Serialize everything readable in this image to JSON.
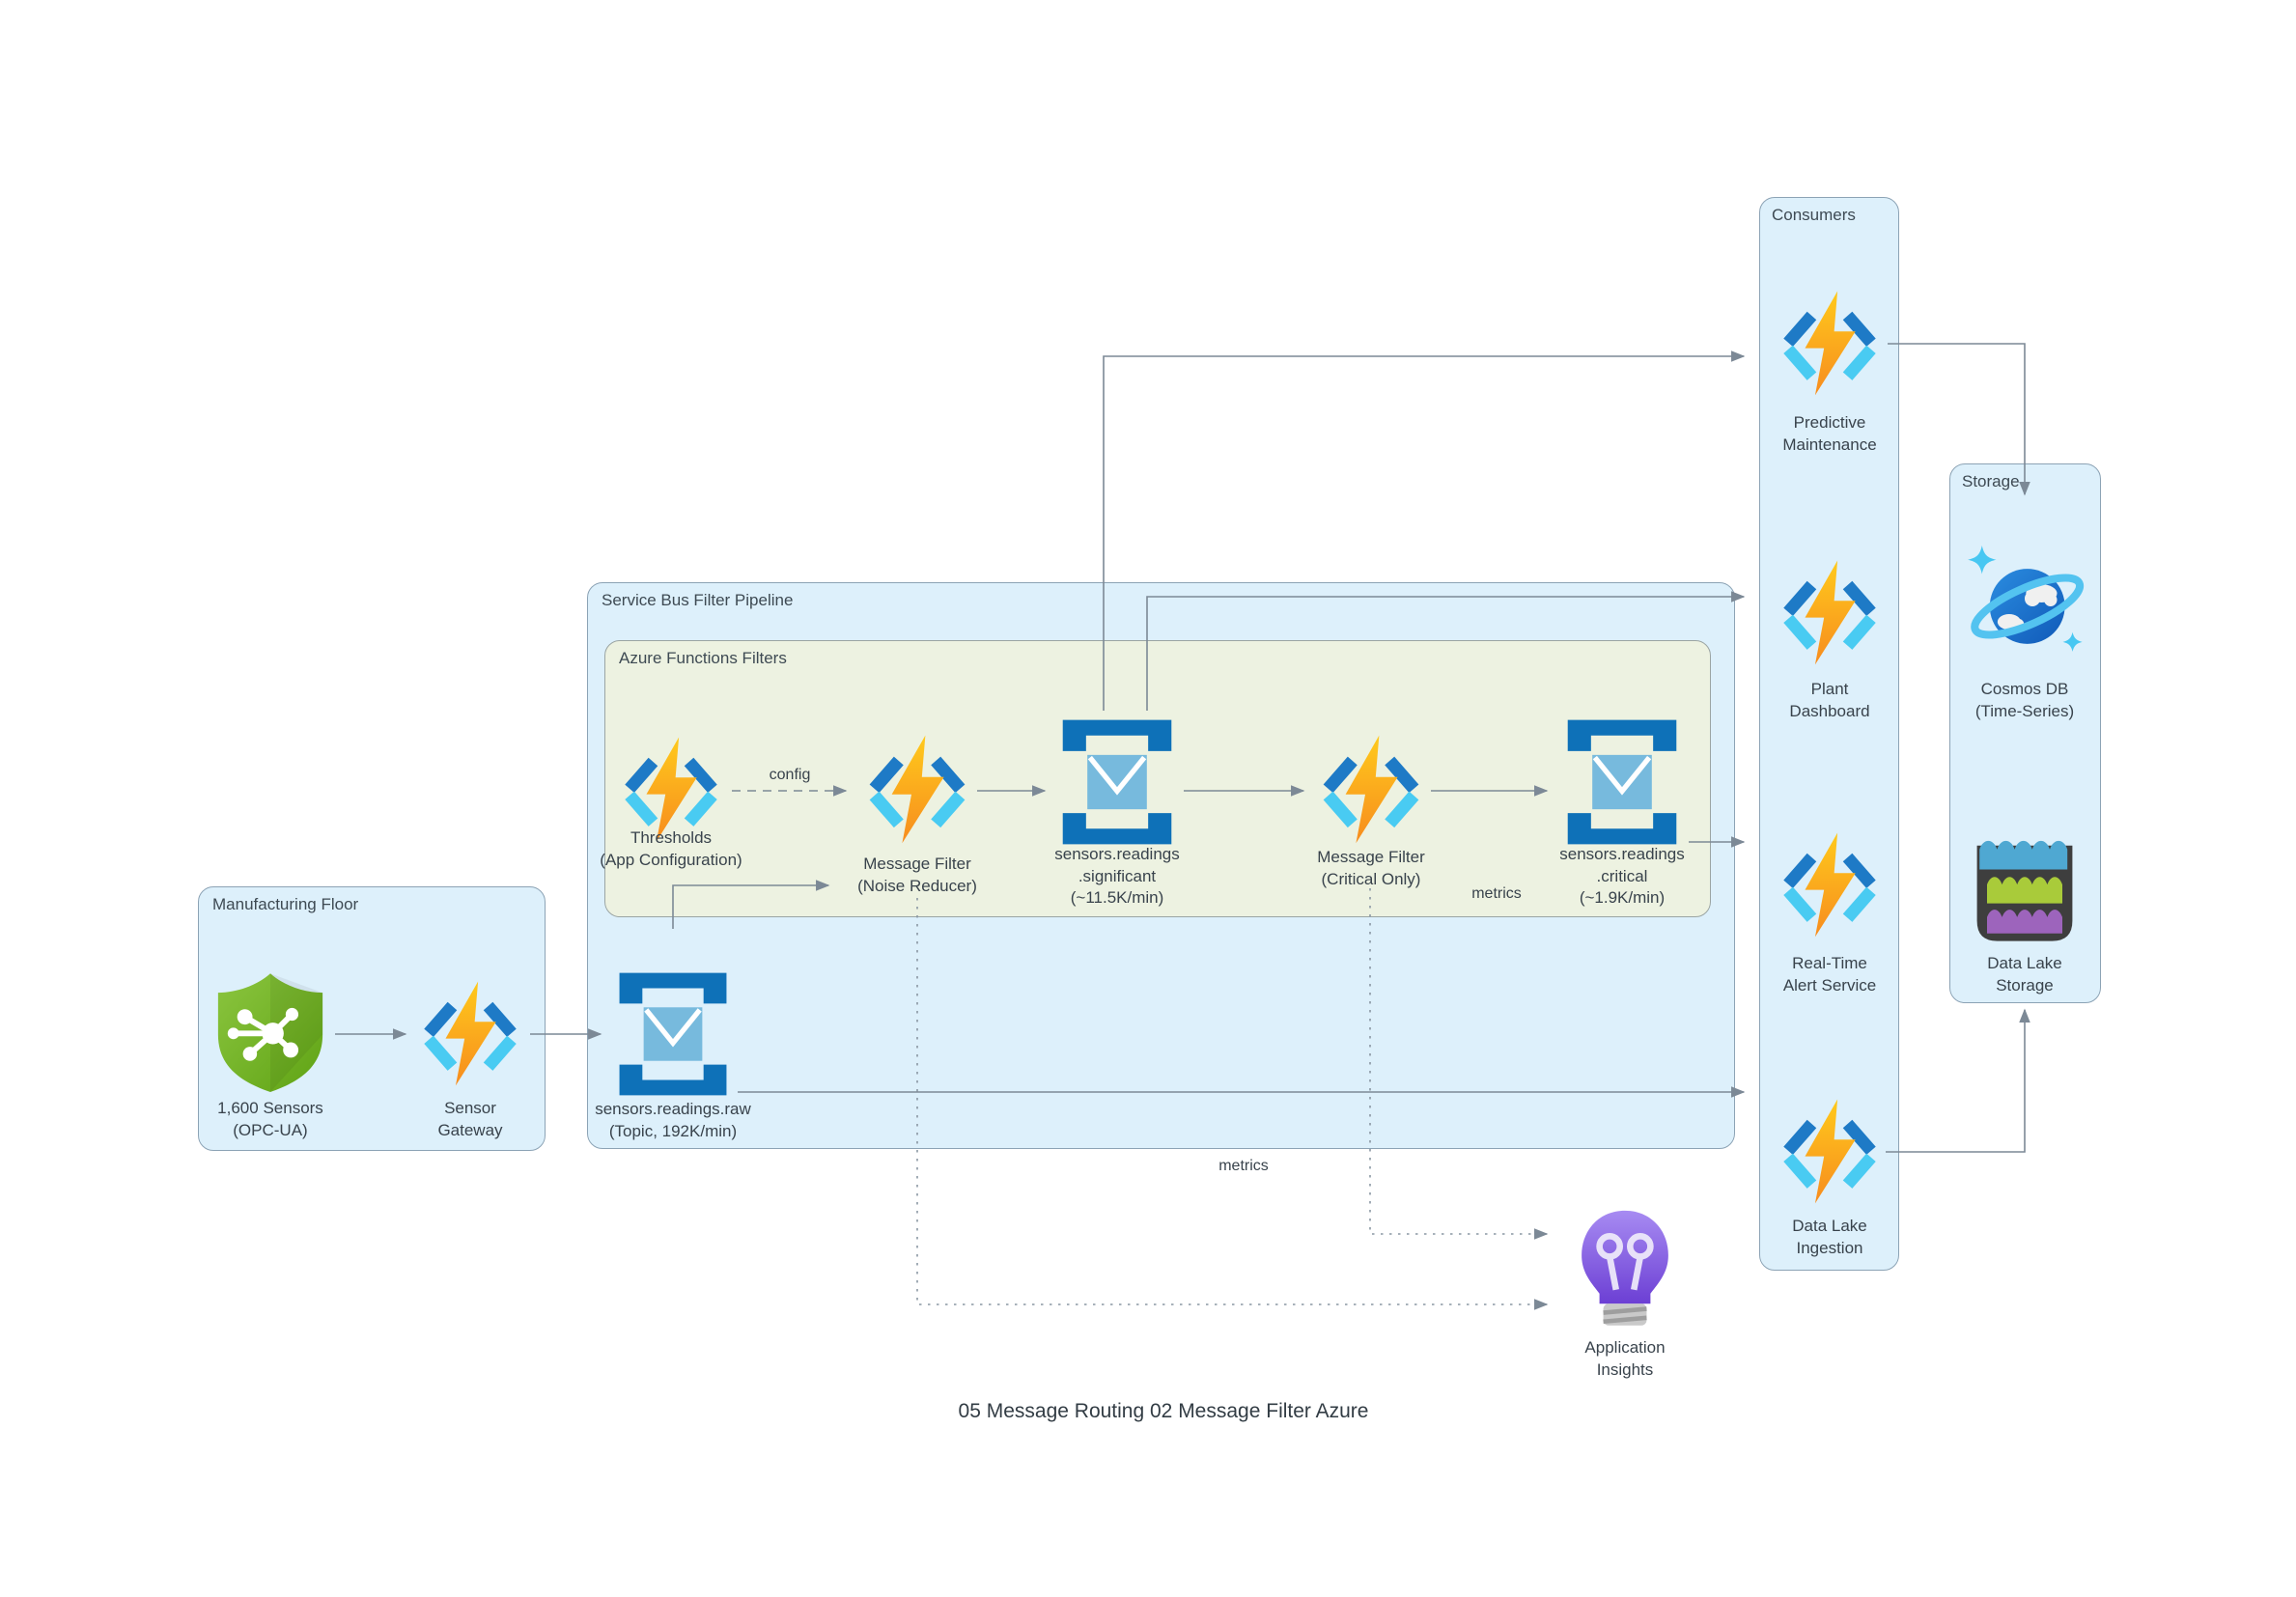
{
  "title": "05 Message Routing 02 Message Filter Azure",
  "containers": {
    "manufacturing_floor": {
      "label": "Manufacturing Floor"
    },
    "pipeline": {
      "label": "Service Bus Filter Pipeline"
    },
    "filters": {
      "label": "Azure Functions Filters"
    },
    "consumers": {
      "label": "Consumers"
    },
    "storage": {
      "label": "Storage"
    }
  },
  "nodes": {
    "sensors": {
      "icon": "shield-sensors-icon",
      "line1": "1,600 Sensors",
      "line2": "(OPC-UA)"
    },
    "sensor_gateway": {
      "icon": "azure-functions-icon",
      "line1": "Sensor",
      "line2": "Gateway"
    },
    "thresholds": {
      "icon": "azure-functions-icon",
      "line1": "Thresholds",
      "line2": "(App Configuration)"
    },
    "noise_filter": {
      "icon": "azure-functions-icon",
      "line1": "Message Filter",
      "line2": "(Noise Reducer)"
    },
    "significant_topic": {
      "icon": "service-bus-topic-icon",
      "line1": "sensors.readings",
      "line2": ".significant",
      "line3": "(~11.5K/min)"
    },
    "critical_filter": {
      "icon": "azure-functions-icon",
      "line1": "Message Filter",
      "line2": "(Critical Only)"
    },
    "critical_topic": {
      "icon": "service-bus-topic-icon",
      "line1": "sensors.readings",
      "line2": ".critical",
      "line3": "(~1.9K/min)"
    },
    "raw_topic": {
      "icon": "service-bus-topic-icon",
      "line1": "sensors.readings.raw",
      "line2": "(Topic, 192K/min)"
    },
    "predictive_maintenance": {
      "icon": "azure-functions-icon",
      "line1": "Predictive",
      "line2": "Maintenance"
    },
    "plant_dashboard": {
      "icon": "azure-functions-icon",
      "line1": "Plant",
      "line2": "Dashboard"
    },
    "realtime_alert": {
      "icon": "azure-functions-icon",
      "line1": "Real-Time",
      "line2": "Alert Service"
    },
    "datalake_ingestion": {
      "icon": "azure-functions-icon",
      "line1": "Data Lake",
      "line2": "Ingestion"
    },
    "cosmos_db": {
      "icon": "cosmos-db-icon",
      "line1": "Cosmos DB",
      "line2": "(Time-Series)"
    },
    "datalake_storage": {
      "icon": "data-lake-storage-icon",
      "line1": "Data Lake",
      "line2": "Storage"
    },
    "app_insights": {
      "icon": "application-insights-icon",
      "line1": "Application",
      "line2": "Insights"
    }
  },
  "edge_labels": {
    "config": "config",
    "metrics_critical": "metrics",
    "metrics_noise": "metrics"
  },
  "colors": {
    "container_blue_fill": "#DDF0FB",
    "container_green_fill": "#EDF2E1",
    "container_border": "#8CA3B5",
    "arrow": "#7C8996",
    "functions_bolt_top": "#FFCA1C",
    "functions_bolt_bottom": "#F78C1E",
    "functions_bracket_dark": "#1E7AC6",
    "functions_bracket_light": "#49CBF2",
    "servicebus_bracket_blue": "#0E71B8",
    "servicebus_envelope_blue": "#77BADD",
    "shield_green": "#8BC53F",
    "cosmos_globe_blue": "#1B6FD0",
    "cosmos_ring_blue": "#53C3F0",
    "datalake_wave_blue": "#4FA8D2",
    "datalake_wave_green": "#A9CB3A",
    "datalake_wave_purple": "#9D64BC",
    "insights_purple": "#8356E0",
    "text": "#39434C"
  }
}
